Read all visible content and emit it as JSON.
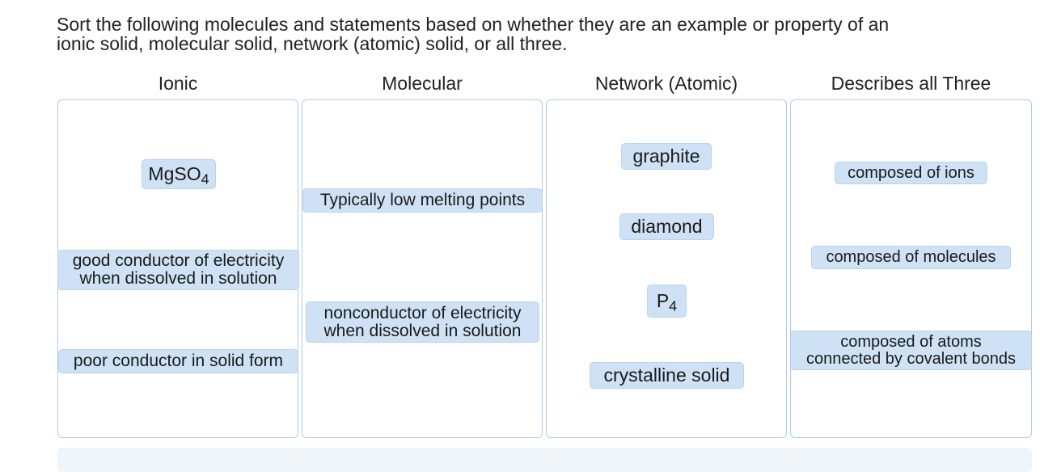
{
  "prompt": {
    "line1": "Sort the following molecules and statements based on whether they are an example or property of an",
    "line2": "ionic solid, molecular solid, network (atomic) solid, or all three."
  },
  "columns": {
    "ionic": "Ionic",
    "molecular": "Molecular",
    "network": "Network (Atomic)",
    "all_three": "Describes all Three"
  },
  "items": {
    "mgso4": {
      "main": "MgSO",
      "sub": "4"
    },
    "good_conductor": {
      "line1": "good conductor of electricity",
      "line2": "when dissolved in solution"
    },
    "poor_conductor": "poor conductor in solid form",
    "low_melting": "Typically low melting points",
    "nonconductor": {
      "line1": "nonconductor of electricity",
      "line2": "when dissolved in solution"
    },
    "graphite": "graphite",
    "diamond": "diamond",
    "p4": {
      "main": "P",
      "sub": "4"
    },
    "crystalline": "crystalline solid",
    "ions": "composed of ions",
    "molecules": "composed of molecules",
    "atoms": {
      "line1": "composed of atoms",
      "line2": "connected by covalent bonds"
    }
  },
  "colors": {
    "chip_fill": "#cfe2f5",
    "bucket_border": "#a9cde9"
  }
}
